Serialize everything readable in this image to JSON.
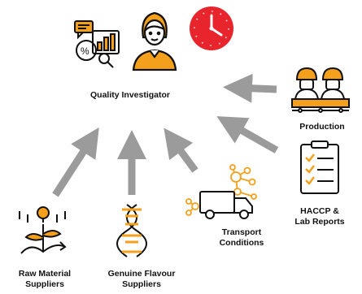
{
  "center": {
    "label": "Quality Investigator",
    "icons": [
      "analytics-icon",
      "person-icon",
      "clock-icon"
    ]
  },
  "sources": [
    {
      "id": "production",
      "lines": [
        "Production"
      ],
      "icon": "factory-workers-icon"
    },
    {
      "id": "haccp",
      "lines": [
        "HACCP &",
        "Lab Reports"
      ],
      "icon": "checklist-icon"
    },
    {
      "id": "transport",
      "lines": [
        "Transport",
        "Conditions"
      ],
      "icon": "truck-network-icon"
    },
    {
      "id": "flavour",
      "lines": [
        "Genuine Flavour",
        "Suppliers"
      ],
      "icon": "dna-icon"
    },
    {
      "id": "raw",
      "lines": [
        "Raw Material",
        "Suppliers"
      ],
      "icon": "plant-growth-icon"
    }
  ],
  "colors": {
    "arrow": "#9b9b9b",
    "accent": "#f4a01c",
    "clock": "#e8242c",
    "ink": "#111111"
  }
}
